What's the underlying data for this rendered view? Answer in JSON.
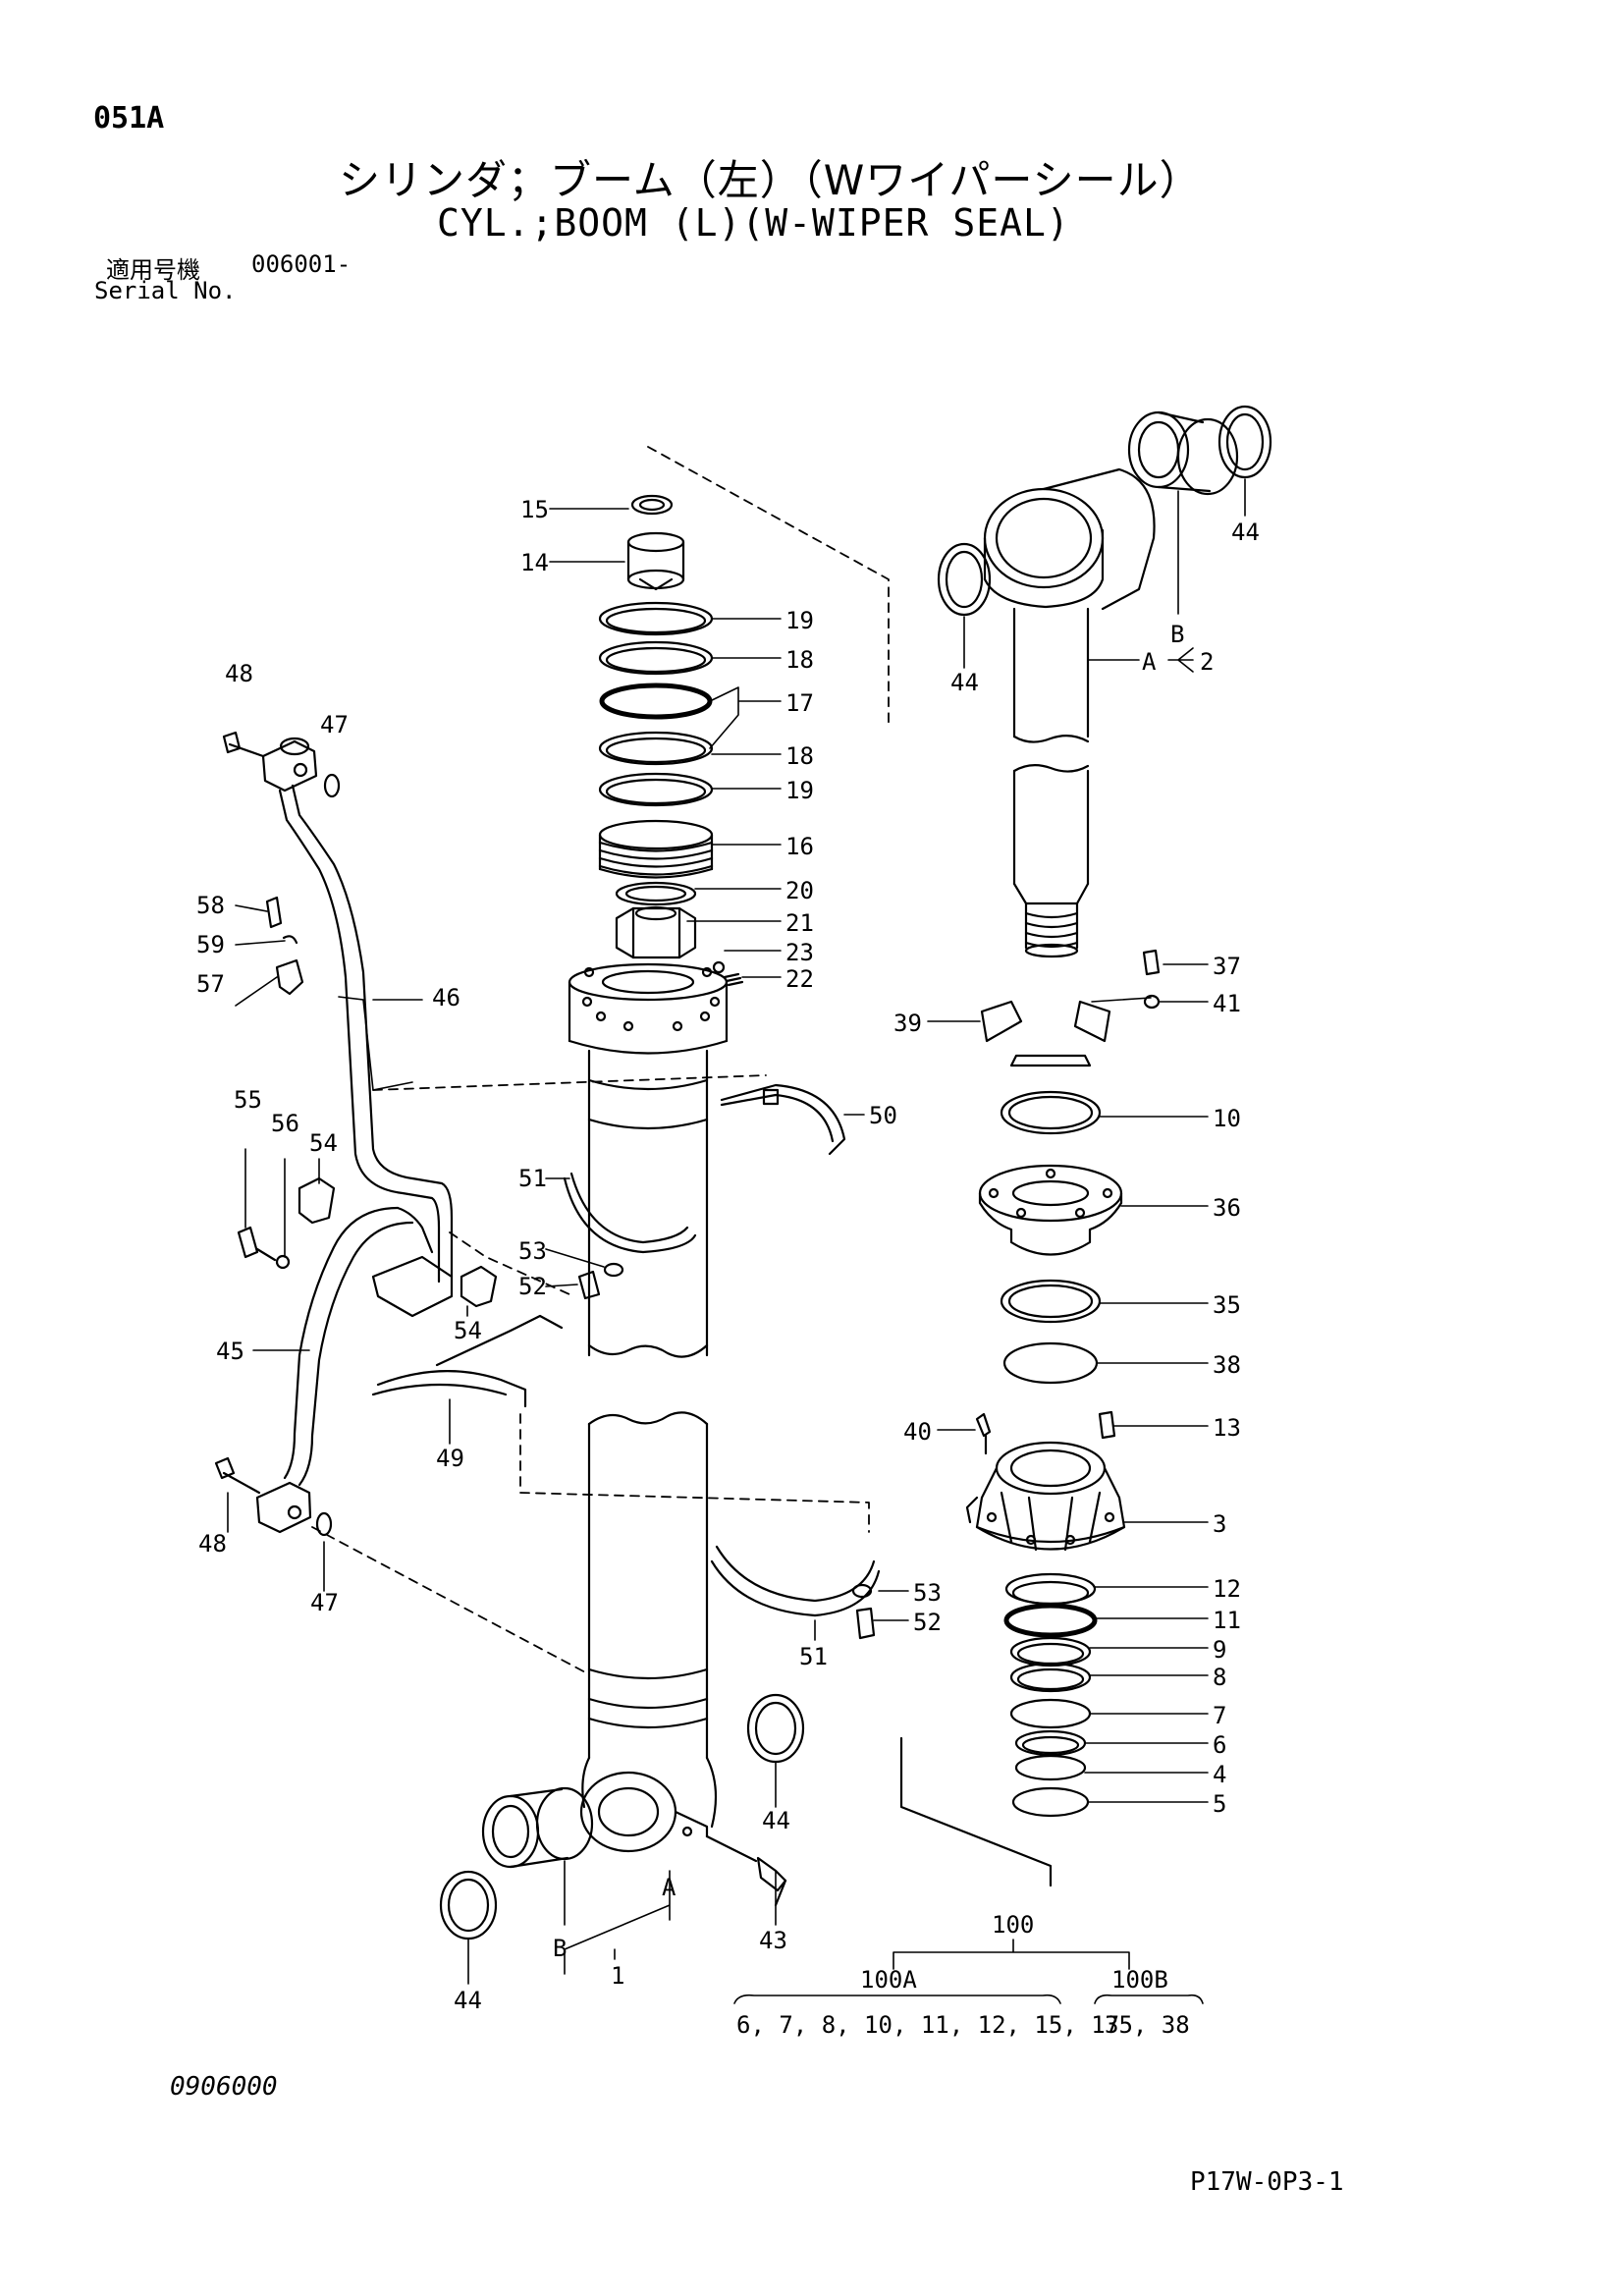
{
  "header": {
    "page_code": "051A",
    "title_ja": "シリンダ；ブーム（左）（Wワイパーシール）",
    "title_en": "CYL.;BOOM (L)(W-WIPER SEAL)",
    "serial_label_ja": "適用号機",
    "serial_value": "006001-",
    "serial_label_en": "Serial No."
  },
  "footer": {
    "drawing_code": "0906000",
    "reference_code": "P17W-0P3-1"
  },
  "callouts": [
    "15",
    "14",
    "19",
    "18",
    "17",
    "18",
    "19",
    "16",
    "20",
    "21",
    "23",
    "22",
    "48",
    "47",
    "58",
    "59",
    "57",
    "46",
    "55",
    "56",
    "54",
    "51",
    "53",
    "52",
    "50",
    "54",
    "45",
    "49",
    "48",
    "47",
    "51",
    "53",
    "52",
    "44",
    "43",
    "44",
    "1",
    "A",
    "B",
    "44",
    "44",
    "A",
    "2",
    "B",
    "37",
    "41",
    "39",
    "10",
    "36",
    "35",
    "38",
    "40",
    "13",
    "3",
    "12",
    "11",
    "9",
    "8",
    "7",
    "6",
    "4",
    "5"
  ],
  "kit": {
    "main": "100",
    "sub_a": "100A",
    "sub_a_parts": "6, 7, 8, 10, 11, 12, 15, 17",
    "sub_b": "100B",
    "sub_b_parts": "35, 38"
  },
  "colors": {
    "ink": "#000000",
    "paper": "#ffffff"
  }
}
